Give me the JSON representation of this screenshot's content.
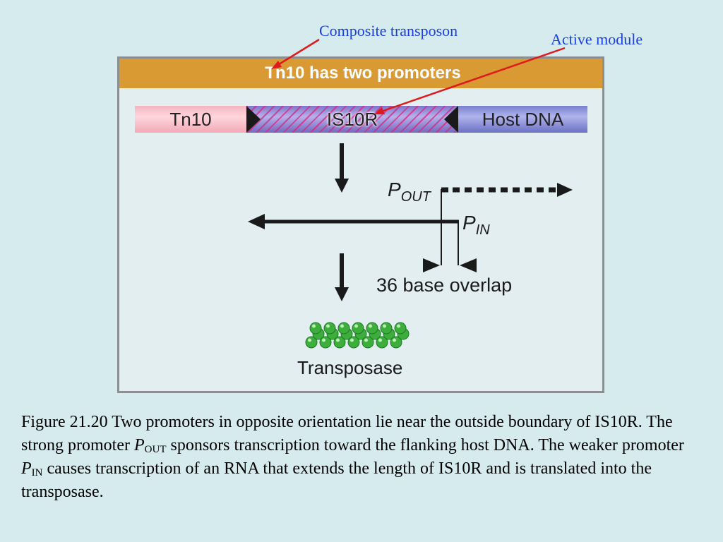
{
  "annotations": {
    "composite": "Composite transposon",
    "active": "Active module"
  },
  "panel": {
    "title": "Tn10 has two promoters",
    "segments": {
      "tn10": "Tn10",
      "is10r": "IS10R",
      "host": "Host DNA"
    },
    "promoters": {
      "out_main": "P",
      "out_sub": "OUT",
      "in_main": "P",
      "in_sub": "IN"
    },
    "overlap_label": "36 base overlap",
    "product_label": "Transposase"
  },
  "caption": {
    "part1": "Figure 21.20  Two promoters in opposite orientation lie near the outside boundary of IS10R. The strong promoter ",
    "p_out_main": "P",
    "p_out_sub": "OUT",
    "part2": " sponsors transcription toward the flanking host DNA. The weaker promoter ",
    "p_in_main": "P",
    "p_in_sub": "IN",
    "part3": " causes transcription of an RNA that extends the length of IS10R and is translated into the transposase."
  },
  "colors": {
    "header": "#d99a33",
    "annotation_text": "#1a3fe0",
    "annotation_arrow": "#e01a1a",
    "protein": "#3cae3c"
  }
}
